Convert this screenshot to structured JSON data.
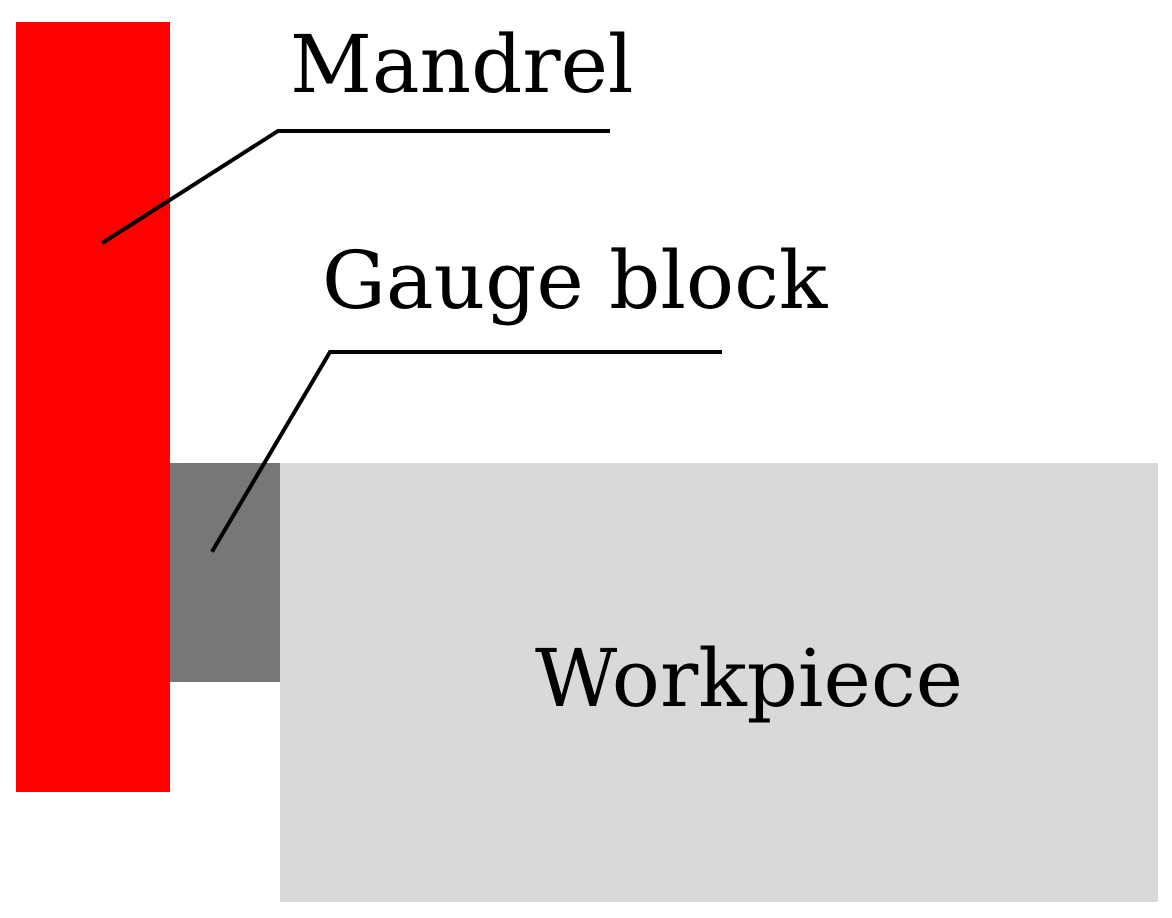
{
  "diagram": {
    "labels": {
      "mandrel": "Mandrel",
      "gauge_block": "Gauge block",
      "workpiece": "Workpiece"
    },
    "colors": {
      "mandrel": "#ff0000",
      "gauge_block": "#777777",
      "workpiece": "#d9d9d9",
      "leader": "#000000",
      "background": "#ffffff"
    }
  }
}
